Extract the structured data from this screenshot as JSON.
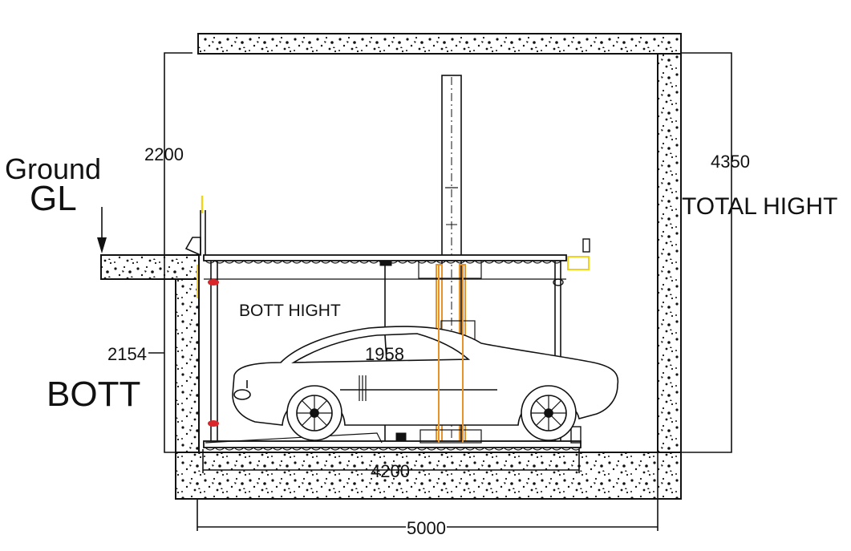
{
  "labels": {
    "ground": "Ground",
    "gl": "GL",
    "bott": "BOTT",
    "total_hight": "TOTAL HIGHT",
    "bott_hight": "BOTT HIGHT"
  },
  "dimensions": {
    "above_ground": "2200",
    "total": "4350",
    "bott_depth": "2154",
    "clear_height": "1958",
    "platform_width": "4200",
    "pit_width": "5000"
  },
  "colors": {
    "line": "#111111",
    "concrete_fill": "#ffffff",
    "guide_rail": "#e8922a",
    "sensor": "#f2d21b",
    "stopper": "#d9262b"
  }
}
